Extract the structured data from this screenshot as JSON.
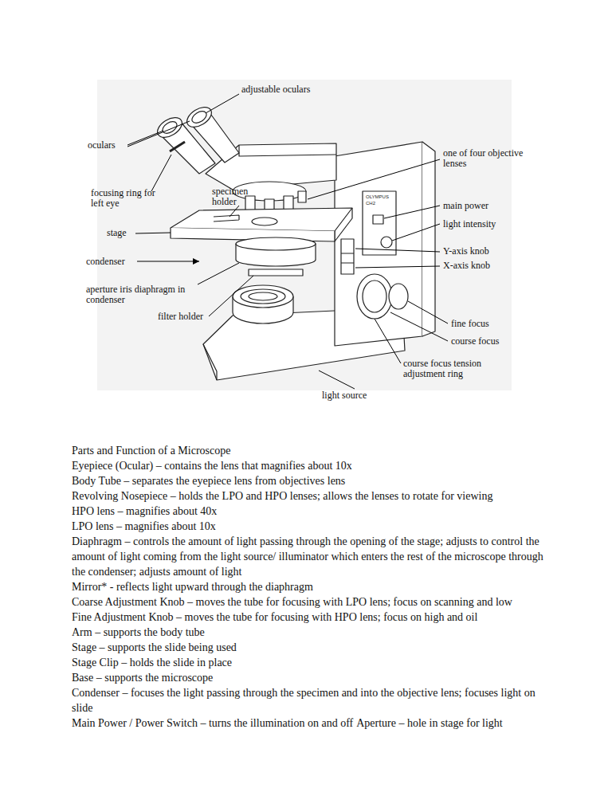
{
  "diagram": {
    "title": "Parts and Function of a Microscope",
    "labels": [
      "adjustable oculars",
      "oculars",
      "focusing ring for left eye",
      "specimen holder",
      "stage",
      "condenser",
      "aperture iris diaphragm in condenser",
      "filter holder",
      "one of four objective lenses",
      "main power",
      "light intensity",
      "Y-axis knob",
      "X-axis knob",
      "fine focus",
      "course focus",
      "course focus tension adjustment ring",
      "light source",
      "OLYMPUS",
      "CH2",
      "Eyepiece (Ocular) – contains the lens that magnifies about 10x",
      "Body Tube – separates the eyepiece lens from objectives lens",
      "Revolving Nosepiece – holds the LPO and HPO lenses; allows the lenses to rotate for viewing",
      "HPO lens – magnifies about 40x",
      "LPO lens – magnifies about 10x",
      "Diaphragm – controls the amount of light passing through the opening of the stage; adjusts to control the amount of light coming from the light source/ illuminator which enters the rest of the microscope through the condenser; adjusts amount of light",
      "Mirror* - reflects light upward through the diaphragm",
      "Coarse Adjustment Knob – moves the tube for focusing with LPO lens; focus on scanning and low",
      "Fine Adjustment Knob – moves the tube for focusing with HPO lens; focus on high and oil",
      "Arm – supports the body tube",
      "Stage – supports the slide being used",
      "Stage Clip – holds the slide in place",
      "Base – supports the microscope",
      "Condenser – focuses the light passing through the specimen and into the objective lens; focuses light on slide",
      "Main Power / Power Switch – turns the illumination on and off",
      "Aperture – hole in stage for light"
    ]
  }
}
